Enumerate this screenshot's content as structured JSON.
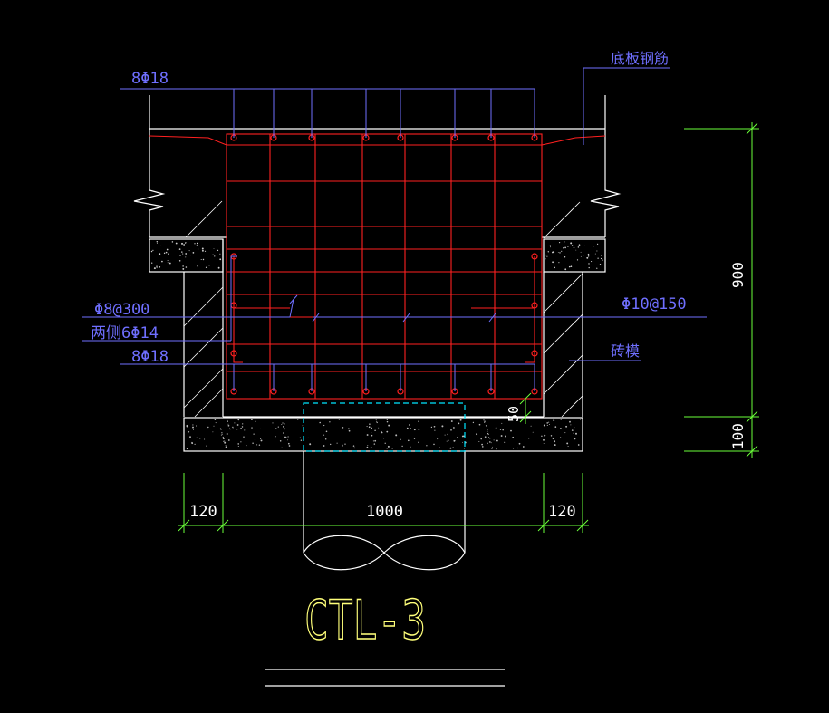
{
  "drawing": {
    "title": "CTL-3",
    "colors": {
      "background": "#000000",
      "leader": "#6f6fff",
      "rebar": "#ff2020",
      "outline": "#ffffff",
      "dimension": "#6aff3a",
      "title": "#ffff7a",
      "pile": "#ffffff",
      "pile_dashed": "#00e5ff",
      "hatch": "#ffffff"
    },
    "labels": {
      "top_bars": "8Φ18",
      "bottom_slab_rebar": "底板钢筋",
      "stirrups": "Φ8@300",
      "side_bars": "两侧6Φ14",
      "bottom_bars": "8Φ18",
      "distribution": "Φ10@150",
      "brick_mold": "砖模"
    },
    "dimensions": {
      "height_900": "900",
      "height_100": "100",
      "cover_50": "50",
      "left_120": "120",
      "width_1000": "1000",
      "right_120": "120"
    }
  }
}
